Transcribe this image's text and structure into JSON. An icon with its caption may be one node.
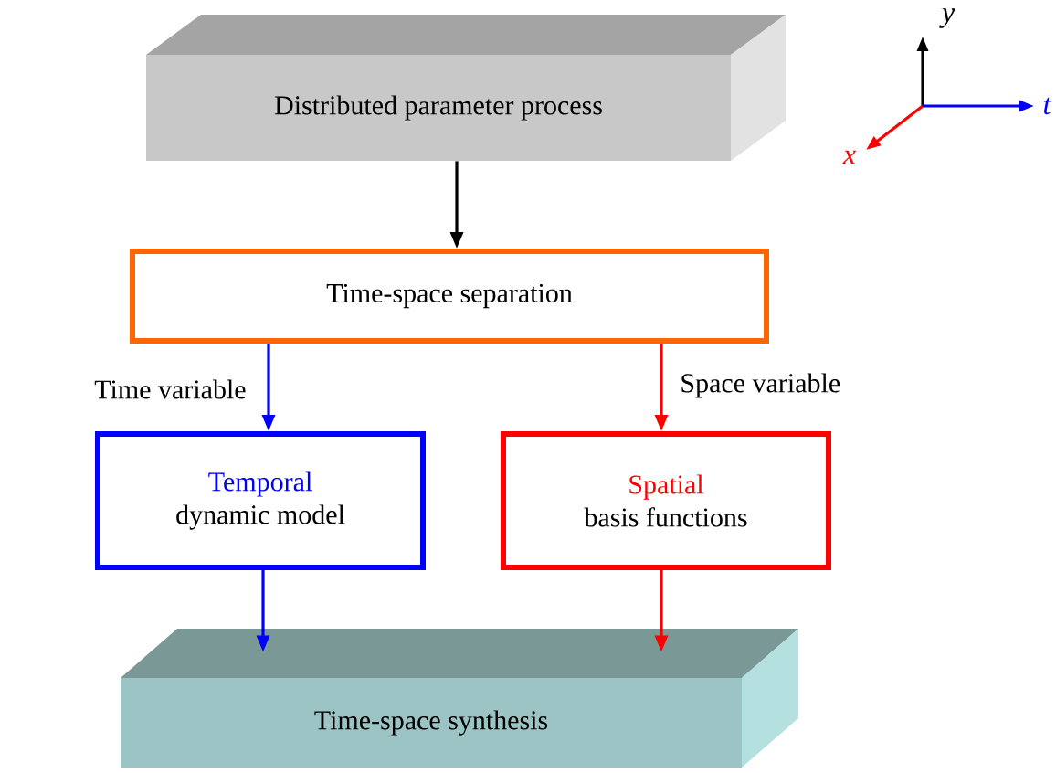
{
  "diagram": {
    "nodes": [
      {
        "text": [
          "Distributed parameter process"
        ]
      },
      {
        "text": [
          "Time-space separation"
        ]
      },
      {
        "text": [
          "Temporal",
          "dynamic model"
        ]
      },
      {
        "text": [
          "Spatial",
          "basis functions"
        ]
      },
      {
        "text": [
          "Time-space synthesis"
        ]
      }
    ],
    "edges": [
      {
        "from": 0,
        "to": 1,
        "arrow": "to",
        "color": "#000000"
      },
      {
        "from": 1,
        "to": 2,
        "arrow": "to",
        "label": "Time variable",
        "color": "#0000ff"
      },
      {
        "from": 1,
        "to": 3,
        "arrow": "to",
        "label": "Space variable",
        "color": "#ff0000"
      },
      {
        "from": 2,
        "to": 4,
        "arrow": "to",
        "color": "#0000ff"
      },
      {
        "from": 3,
        "to": 4,
        "arrow": "to",
        "color": "#ff0000"
      }
    ],
    "labels": [
      "y",
      "x",
      "t"
    ]
  }
}
